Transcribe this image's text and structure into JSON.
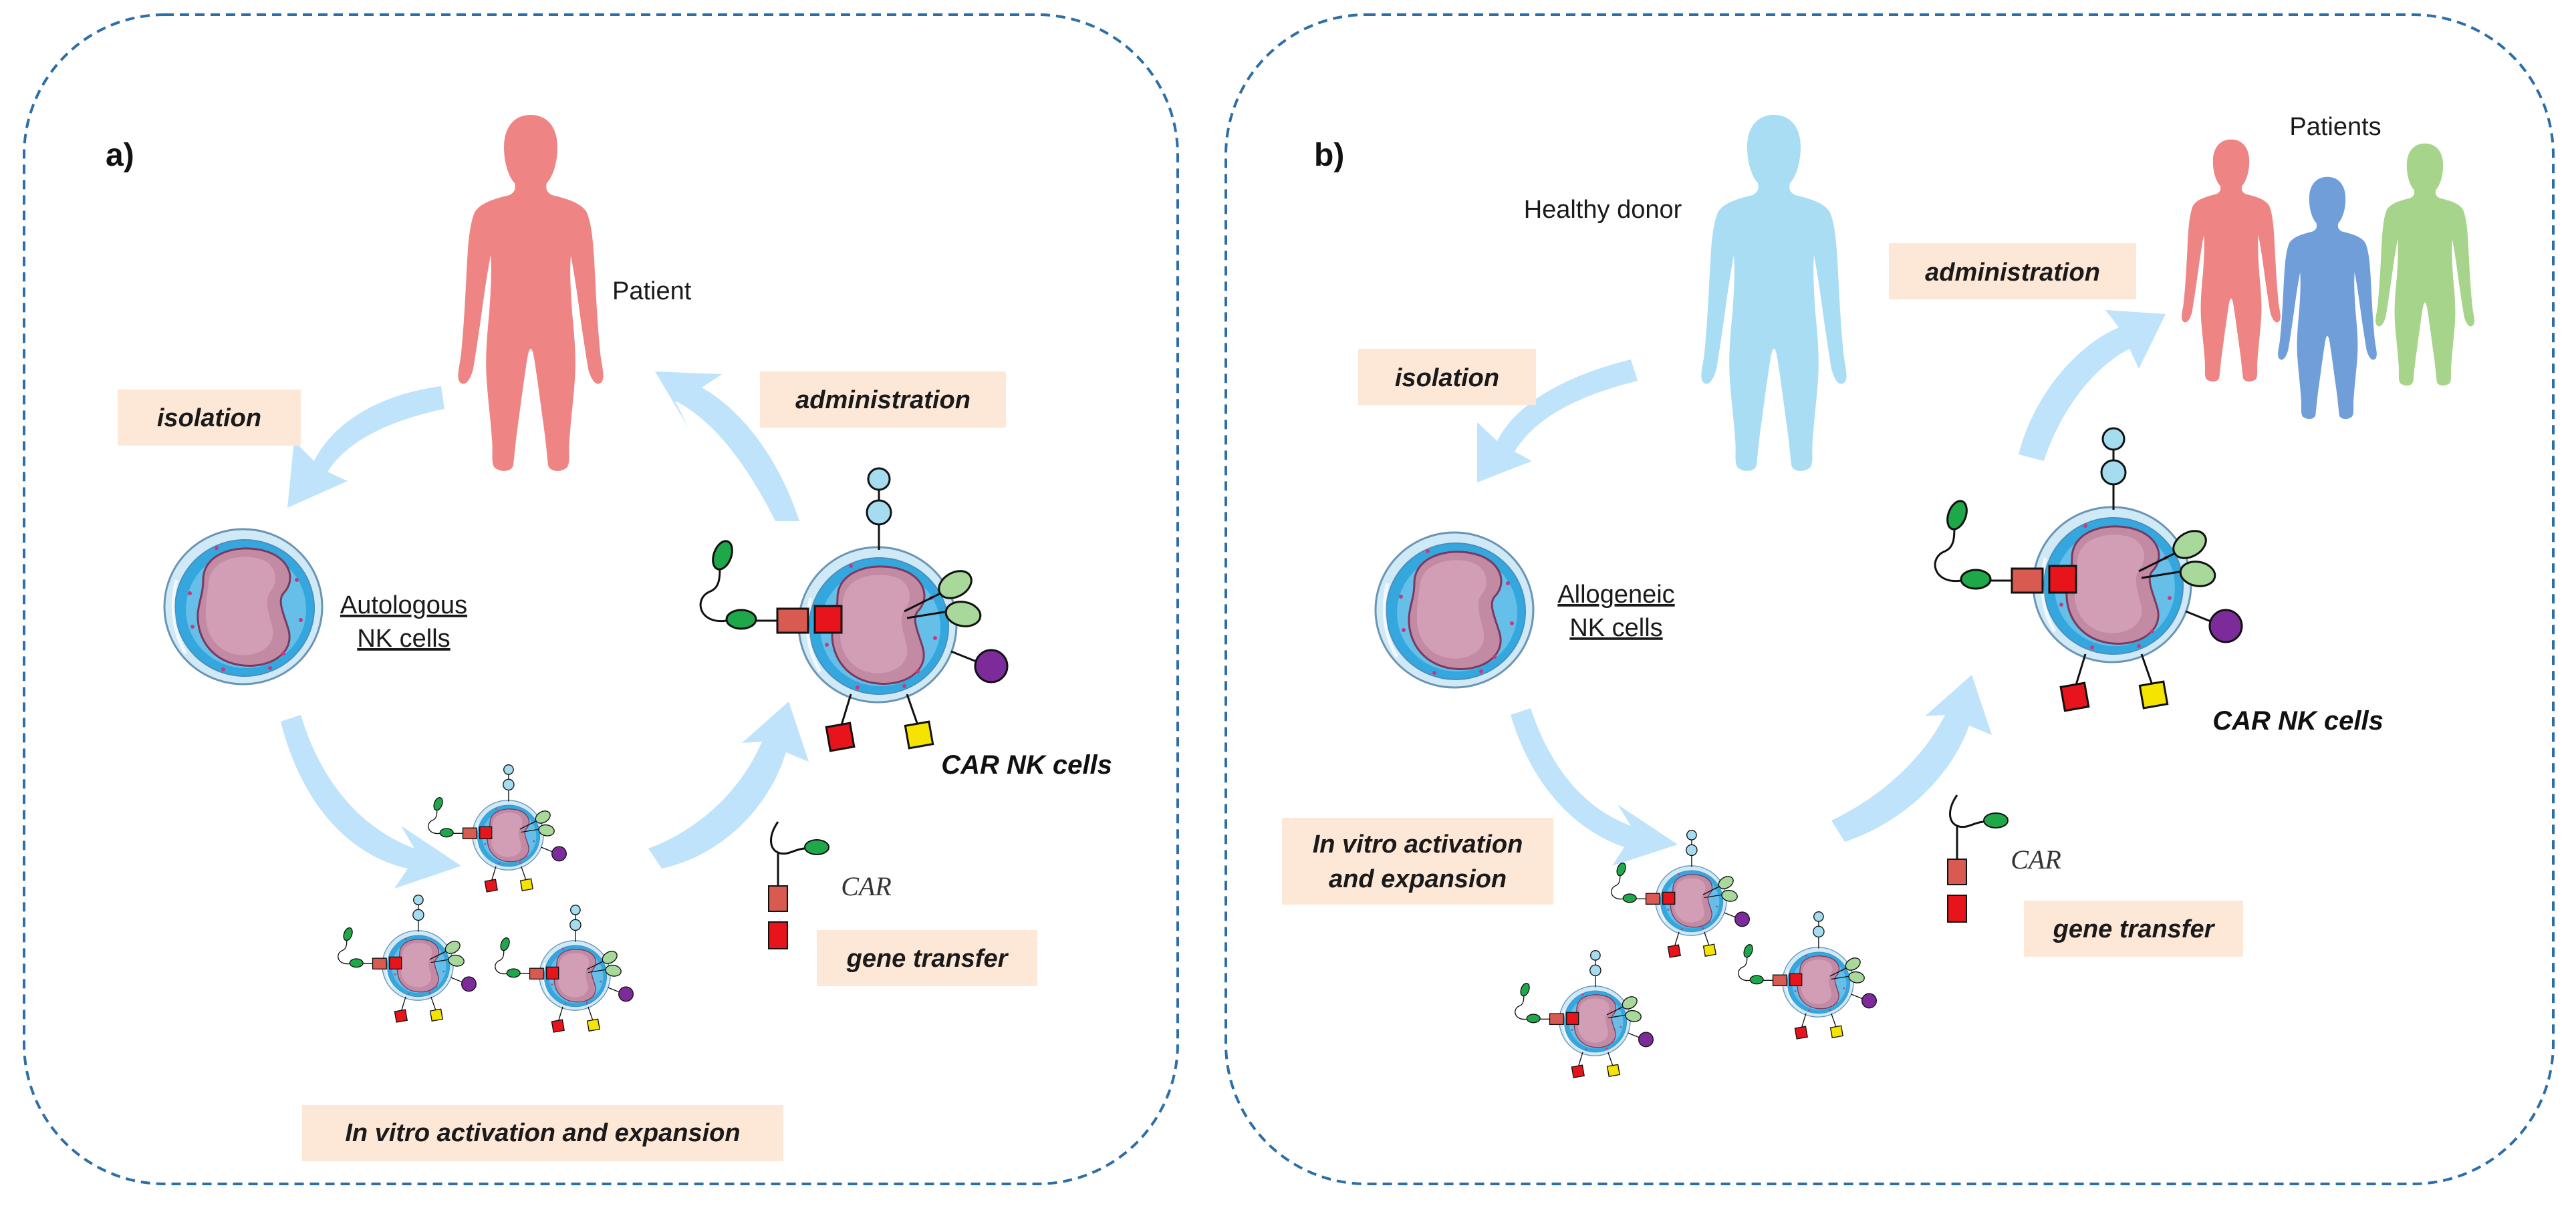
{
  "panels": [
    {
      "tag": "a)",
      "person_label": "Patient",
      "cell_label_line1": "Autologous",
      "cell_label_line2": "NK cells",
      "steps": {
        "isolation": "isolation",
        "administration": "administration",
        "expansion": "In vitro activation and expansion",
        "gene_transfer": "gene transfer"
      },
      "car_nk_label": "CAR NK cells",
      "car_label": "CAR"
    },
    {
      "tag": "b)",
      "person_label": "Healthy donor",
      "patients_label": "Patients",
      "cell_label_line1": "Allogeneic",
      "cell_label_line2": "NK cells",
      "steps": {
        "isolation": "isolation",
        "administration": "administration",
        "expansion_line1": "In vitro activation",
        "expansion_line2": "and expansion",
        "gene_transfer": "gene transfer"
      },
      "car_nk_label": "CAR NK cells",
      "car_label": "CAR"
    }
  ],
  "colors": {
    "border": "#2d6ea8",
    "step_box": "#fde8d8",
    "arrow": "#bfe3fb",
    "patient": "#ee8484",
    "donor": "#a9ddf4",
    "patient_blue": "#6f9ed9",
    "patient_green": "#a6d48a",
    "cell_outer": "#cfe9f7",
    "cell_cyto": "#2ea4dc",
    "nucleus": "#c98ea8",
    "receptor_green": "#1ea84a",
    "receptor_red": "#e8141c",
    "receptor_brown": "#d85a50",
    "receptor_yellow": "#f4e400",
    "receptor_purple": "#7d2a9a",
    "receptor_lightblue": "#a6dcef",
    "receptor_lightgreen": "#a8d89a"
  },
  "icons": [
    "human-silhouette-icon",
    "nk-cell-icon",
    "car-nk-cell-icon",
    "car-construct-icon",
    "curved-arrow-icon"
  ]
}
